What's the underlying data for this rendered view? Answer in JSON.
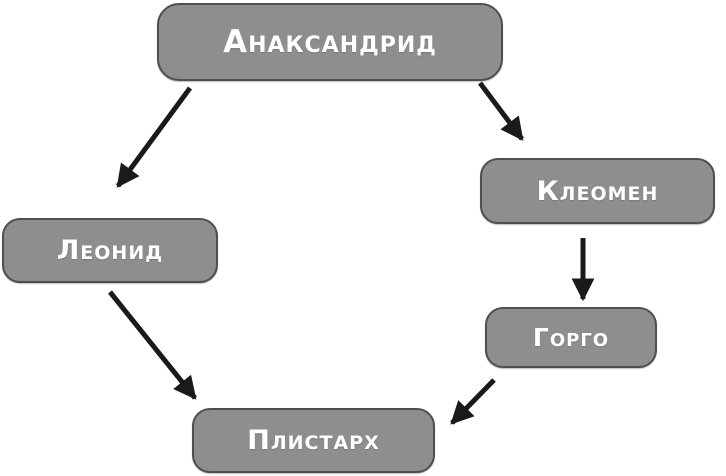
{
  "diagram": {
    "type": "family-tree",
    "nodes": [
      {
        "id": "anaxandrid",
        "label": "Анаксандрид"
      },
      {
        "id": "kleomen",
        "label": "Клеомен"
      },
      {
        "id": "leonid",
        "label": "Леонид"
      },
      {
        "id": "gorgo",
        "label": "Горго"
      },
      {
        "id": "plistarch",
        "label": "Плистарх"
      }
    ],
    "edges": [
      {
        "from": "Анаксандрид",
        "to": "Леонид"
      },
      {
        "from": "Анаксандрид",
        "to": "Клеомен"
      },
      {
        "from": "Клеомен",
        "to": "Горго"
      },
      {
        "from": "Леонид",
        "to": "Плистарх"
      },
      {
        "from": "Горго",
        "to": "Плистарх"
      }
    ],
    "colors": {
      "node_fill": "#8e8e8e",
      "node_border": "#4f4f4f",
      "node_text": "#ffffff",
      "arrow": "#1a1a1a",
      "background": "#ffffff"
    }
  }
}
